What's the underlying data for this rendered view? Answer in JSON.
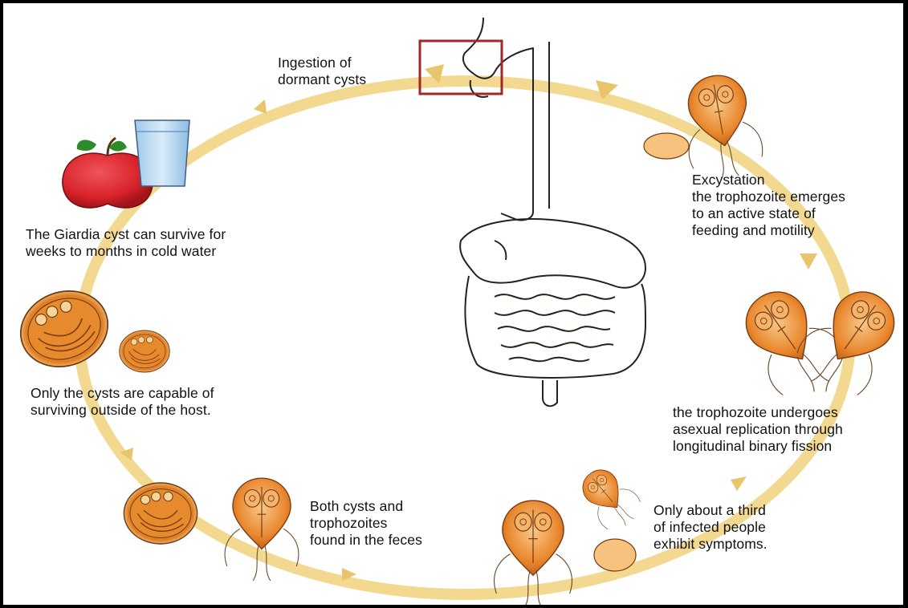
{
  "captions": {
    "ingestion": [
      "Ingestion of",
      "dormant cysts"
    ],
    "excystation_title": "Excystation",
    "excystation_body": [
      "the trophozoite emerges",
      "to an active state of",
      "feeding and motility"
    ],
    "replication": [
      "the trophozoite undergoes",
      "asexual replication through",
      "longitudinal binary fission"
    ],
    "symptoms": [
      "Only about a third",
      "of infected people",
      "exhibit symptoms."
    ],
    "feces": [
      "Both cysts and",
      "trophozoites",
      "found in the feces"
    ],
    "cysts_outside": [
      "Only the cysts are capable of",
      "surviving outside of the host."
    ],
    "cold_water": [
      "The Giardia cyst can survive for",
      "weeks to months in cold water"
    ]
  },
  "colors": {
    "cycle_ring": "#f2d789",
    "arrow": "#e8c46a",
    "organism_fill": "#e9872e",
    "organism_light": "#f6c27d",
    "apple": "#d9232a",
    "highlight_box": "#a3262a",
    "digestive_outline": "#222222"
  }
}
